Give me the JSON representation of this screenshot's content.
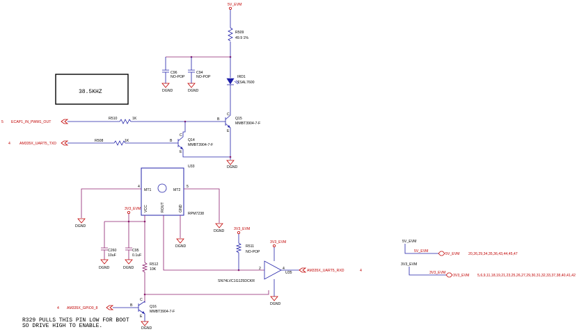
{
  "power": {
    "v5_top": "5V_EVM",
    "v3v3_left": "3V3_EVM",
    "v3v3_mid": "3V3_EVM",
    "v3v3_buf": "3V3_EVM"
  },
  "ground_label": "DGND",
  "frequency_box": "38.5KHZ",
  "nets": {
    "ecap": "ECAP1_IN_PWM1_OUT",
    "ecap_num": "5",
    "uart_txd": "AM335X_UART5_TXD",
    "uart_txd_num": "4",
    "gpio": "AM335X_GPIO0_8",
    "gpio_num": "4",
    "uart_rxd": "AM335X_UART5_RXD",
    "uart_rxd_num": "4"
  },
  "parts": {
    "r509": {
      "ref": "R509",
      "value": "49.9 1%"
    },
    "c96": {
      "ref": "C96",
      "value": "NO-POP"
    },
    "c94": {
      "ref": "C94",
      "value": "NO-POP"
    },
    "ird1": {
      "ref": "IRD1",
      "value": "TSAL7600"
    },
    "r510": {
      "ref": "R510",
      "value": "1K"
    },
    "r508": {
      "ref": "R508",
      "value": "1K"
    },
    "q15": {
      "ref": "Q15",
      "value": "MMBT3904-7-F"
    },
    "q14": {
      "ref": "Q14",
      "value": "MMBT3904-7-F"
    },
    "u33": {
      "ref": "U33",
      "value": "RPM7238"
    },
    "c260": {
      "ref": "C260",
      "value": "10uF"
    },
    "c95": {
      "ref": "C95",
      "value": "0.1uF"
    },
    "r512": {
      "ref": "R512",
      "value": "10K"
    },
    "q16": {
      "ref": "Q16",
      "value": "MMBT3904-7-F"
    },
    "r511": {
      "ref": "R511",
      "value": "NO-POP"
    },
    "u35": {
      "ref": "U35",
      "value": "SN74LVC1G125DCKR"
    }
  },
  "u33_pins": {
    "mt1": "MT1",
    "mt2": "MT2",
    "vcc": "VCC",
    "rout": "ROUT",
    "gnd": "GND",
    "mt1_num": "4",
    "mt2_num": "5"
  },
  "pin_letters": {
    "b": "B",
    "c": "C",
    "e": "E"
  },
  "buffer_pins": {
    "in": "2",
    "out": "4"
  },
  "legend": {
    "v5_label": "5V_EVM",
    "v5_port": "5V_EVM",
    "v5_pages": "20,26,29,34,35,36,43,44,45,47",
    "v5_top": "5V_EVM",
    "v3_label": "3V3_EVM",
    "v3_port": "3V3_EVM",
    "v3_pages": "5,6,9,11,18,19,21,23,25,26,27,29,30,31,32,33,37,38,40,41,42"
  },
  "note": {
    "line1": "R329 PULLS THIS PIN LOW FOR BOOT",
    "line2": "SO DRIVE HIGH TO ENABLE."
  }
}
